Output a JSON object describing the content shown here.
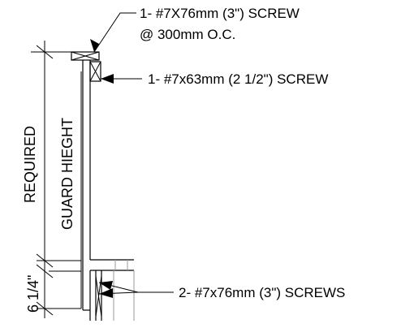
{
  "callouts": {
    "top_screw_line1": "1- #7X76mm (3\") SCREW",
    "top_screw_line2": "@ 300mm O.C.",
    "mid_screw": "1- #7x63mm (2 1/2\") SCREW",
    "bottom_screws": "2- #7x76mm (3\") SCREWS"
  },
  "dimensions": {
    "required": "REQUIRED",
    "guard_height": "GUARD HIEGHT",
    "offset": "6 1/4\""
  },
  "colors": {
    "line": "#000000",
    "hidden": "#9a9a9a"
  }
}
